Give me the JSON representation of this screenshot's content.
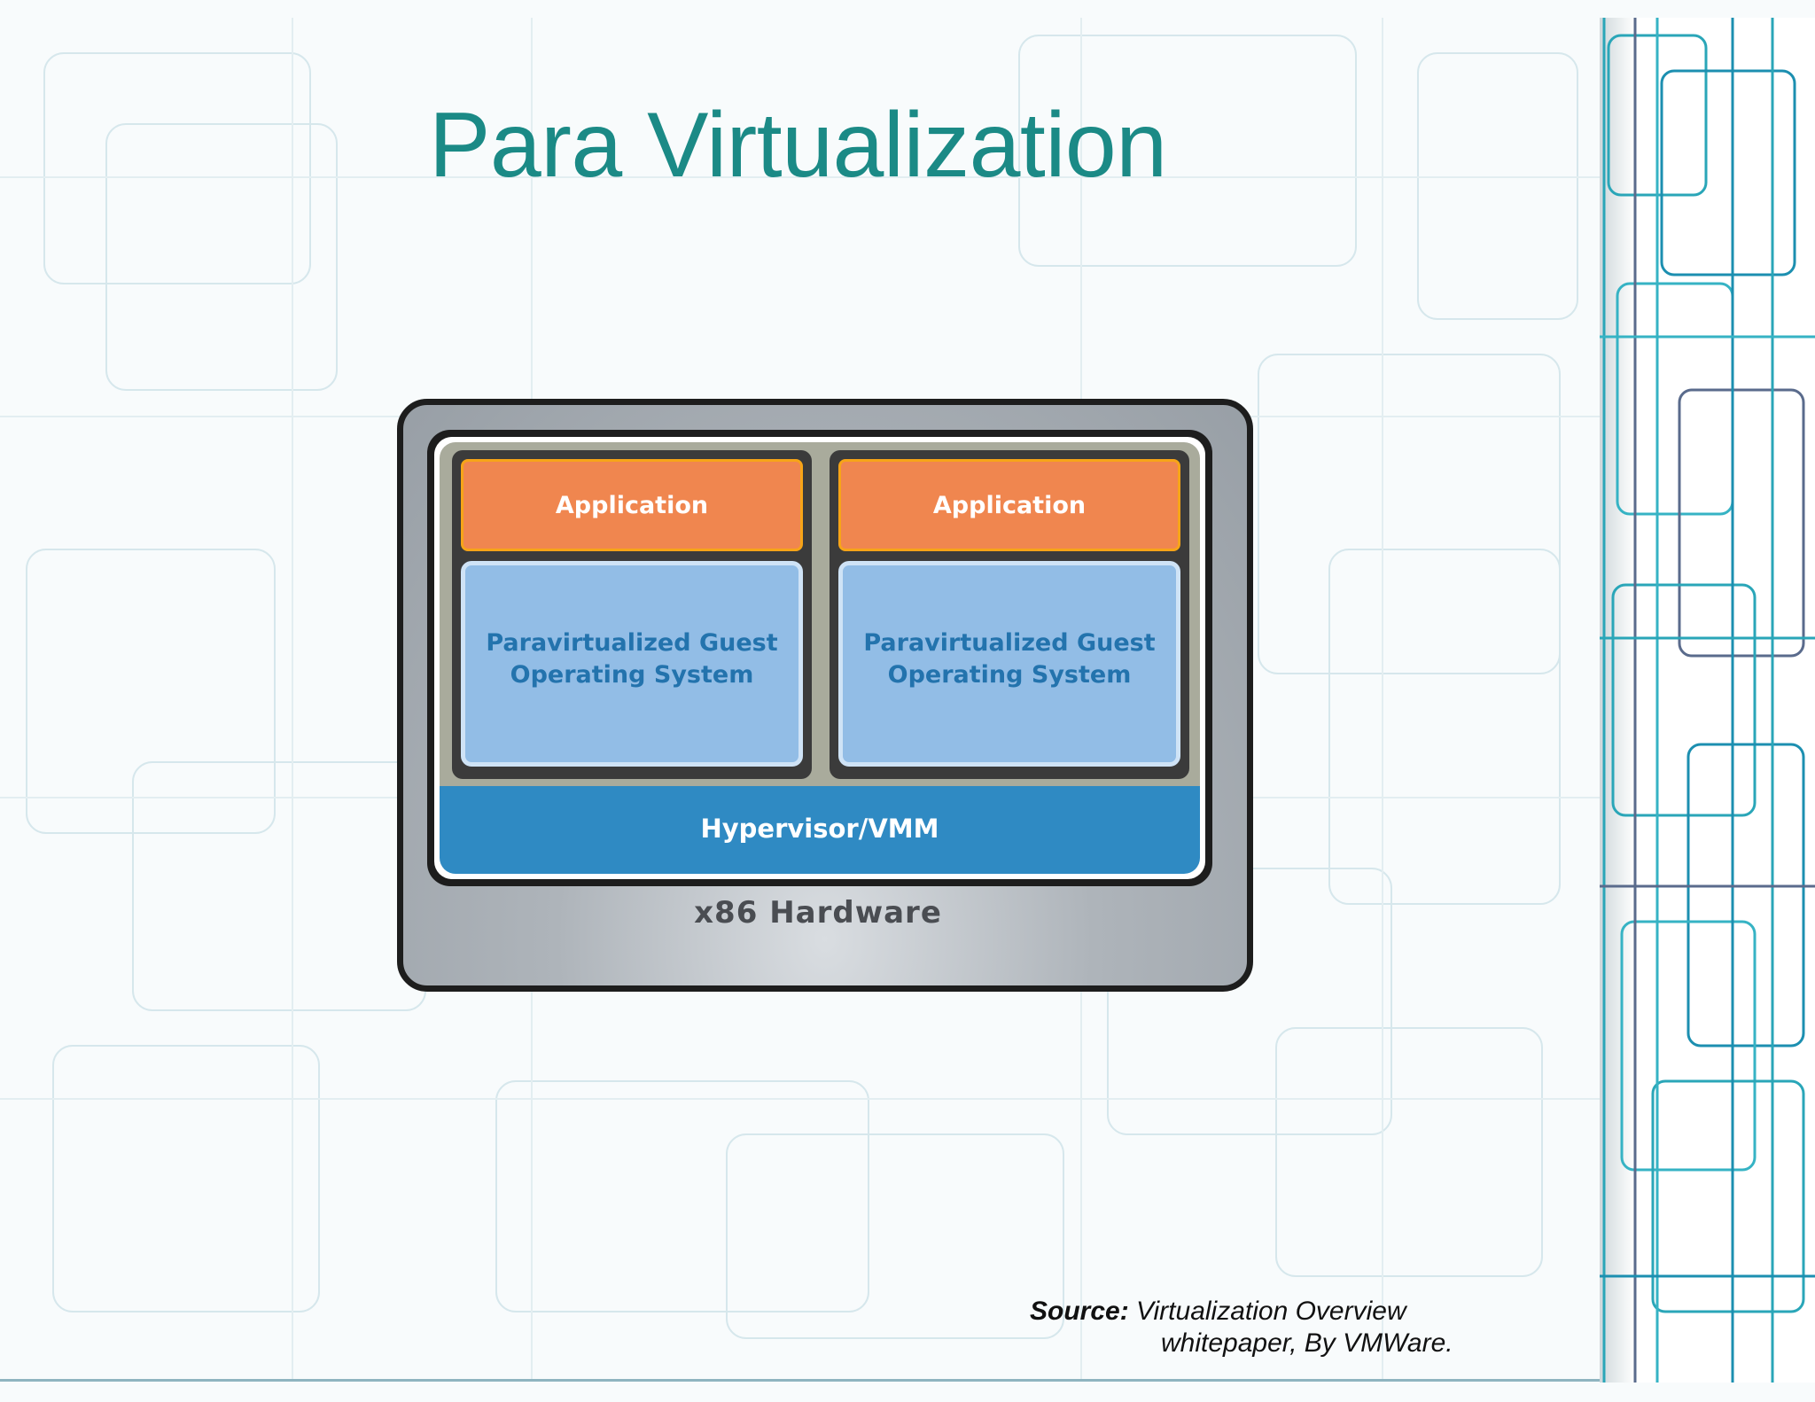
{
  "slide": {
    "title": "Para Virtualization"
  },
  "diagram": {
    "hardware_label": "x86 Hardware",
    "hypervisor_label": "Hypervisor/VMM",
    "vms": [
      {
        "app_label": "Application",
        "guest_os_label": "Paravirtualized Guest\nOperating System"
      },
      {
        "app_label": "Application",
        "guest_os_label": "Paravirtualized Guest\nOperating System"
      }
    ],
    "colors": {
      "application": "#f0864f",
      "guest_os": "#92bde6",
      "hypervisor": "#2f8ac3",
      "hardware": "#a2a8ae",
      "title": "#1b8a86"
    }
  },
  "source": {
    "label": "Source:",
    "text_line1": "Virtualization Overview",
    "text_line2": "whitepaper, By VMWare."
  }
}
